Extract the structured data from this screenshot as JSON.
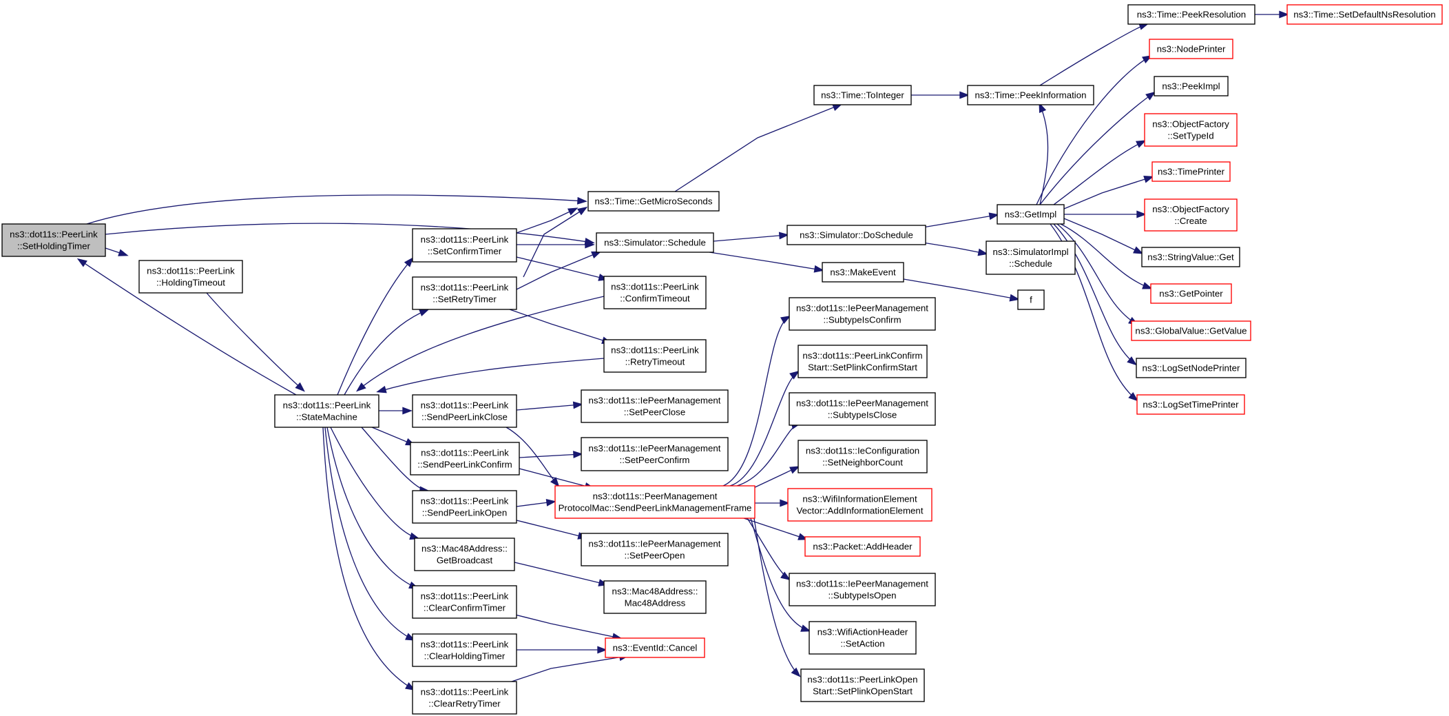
{
  "nodes": [
    {
      "id": "n_setholding",
      "lines": [
        "ns3::dot11s::PeerLink",
        "::SetHoldingTimer"
      ],
      "style": "current"
    },
    {
      "id": "n_holdingtimeout",
      "lines": [
        "ns3::dot11s::PeerLink",
        "::HoldingTimeout"
      ],
      "style": "black"
    },
    {
      "id": "n_statemachine",
      "lines": [
        "ns3::dot11s::PeerLink",
        "::StateMachine"
      ],
      "style": "black"
    },
    {
      "id": "n_getmicro",
      "lines": [
        "ns3::Time::GetMicroSeconds"
      ],
      "style": "black"
    },
    {
      "id": "n_schedule",
      "lines": [
        "ns3::Simulator::Schedule"
      ],
      "style": "black"
    },
    {
      "id": "n_setconfirm",
      "lines": [
        "ns3::dot11s::PeerLink",
        "::SetConfirmTimer"
      ],
      "style": "black"
    },
    {
      "id": "n_setretry",
      "lines": [
        "ns3::dot11s::PeerLink",
        "::SetRetryTimer"
      ],
      "style": "black"
    },
    {
      "id": "n_confirmtimeout",
      "lines": [
        "ns3::dot11s::PeerLink",
        "::ConfirmTimeout"
      ],
      "style": "black"
    },
    {
      "id": "n_retrytimeout",
      "lines": [
        "ns3::dot11s::PeerLink",
        "::RetryTimeout"
      ],
      "style": "black"
    },
    {
      "id": "n_sendclose",
      "lines": [
        "ns3::dot11s::PeerLink",
        "::SendPeerLinkClose"
      ],
      "style": "black"
    },
    {
      "id": "n_sendconfirm",
      "lines": [
        "ns3::dot11s::PeerLink",
        "::SendPeerLinkConfirm"
      ],
      "style": "black"
    },
    {
      "id": "n_sendopen",
      "lines": [
        "ns3::dot11s::PeerLink",
        "::SendPeerLinkOpen"
      ],
      "style": "black"
    },
    {
      "id": "n_getbroadcast",
      "lines": [
        "ns3::Mac48Address::",
        "GetBroadcast"
      ],
      "style": "black"
    },
    {
      "id": "n_clearconfirm",
      "lines": [
        "ns3::dot11s::PeerLink",
        "::ClearConfirmTimer"
      ],
      "style": "black"
    },
    {
      "id": "n_clearholding",
      "lines": [
        "ns3::dot11s::PeerLink",
        "::ClearHoldingTimer"
      ],
      "style": "black"
    },
    {
      "id": "n_clearretry",
      "lines": [
        "ns3::dot11s::PeerLink",
        "::ClearRetryTimer"
      ],
      "style": "black"
    },
    {
      "id": "n_setpeerclose",
      "lines": [
        "ns3::dot11s::IePeerManagement",
        "::SetPeerClose"
      ],
      "style": "black"
    },
    {
      "id": "n_setpeerconfirm",
      "lines": [
        "ns3::dot11s::IePeerManagement",
        "::SetPeerConfirm"
      ],
      "style": "black"
    },
    {
      "id": "n_sendmgmt",
      "lines": [
        "ns3::dot11s::PeerManagement",
        "ProtocolMac::SendPeerLinkManagementFrame"
      ],
      "style": "red"
    },
    {
      "id": "n_setpeeropen",
      "lines": [
        "ns3::dot11s::IePeerManagement",
        "::SetPeerOpen"
      ],
      "style": "black"
    },
    {
      "id": "n_mac48",
      "lines": [
        "ns3::Mac48Address::",
        "Mac48Address"
      ],
      "style": "black"
    },
    {
      "id": "n_cancel",
      "lines": [
        "ns3::EventId::Cancel"
      ],
      "style": "red"
    },
    {
      "id": "n_tointeger",
      "lines": [
        "ns3::Time::ToInteger"
      ],
      "style": "black"
    },
    {
      "id": "n_doschedule",
      "lines": [
        "ns3::Simulator::DoSchedule"
      ],
      "style": "black"
    },
    {
      "id": "n_makeevent",
      "lines": [
        "ns3::MakeEvent"
      ],
      "style": "black"
    },
    {
      "id": "n_subtypeconfirm",
      "lines": [
        "ns3::dot11s::IePeerManagement",
        "::SubtypeIsConfirm"
      ],
      "style": "black"
    },
    {
      "id": "n_setplinkconfirm",
      "lines": [
        "ns3::dot11s::PeerLinkConfirm",
        "Start::SetPlinkConfirmStart"
      ],
      "style": "black"
    },
    {
      "id": "n_subtypeclose",
      "lines": [
        "ns3::dot11s::IePeerManagement",
        "::SubtypeIsClose"
      ],
      "style": "black"
    },
    {
      "id": "n_setneighbor",
      "lines": [
        "ns3::dot11s::IeConfiguration",
        "::SetNeighborCount"
      ],
      "style": "black"
    },
    {
      "id": "n_addinfo",
      "lines": [
        "ns3::WifiInformationElement",
        "Vector::AddInformationElement"
      ],
      "style": "red"
    },
    {
      "id": "n_addheader",
      "lines": [
        "ns3::Packet::AddHeader"
      ],
      "style": "red"
    },
    {
      "id": "n_subtypeopen",
      "lines": [
        "ns3::dot11s::IePeerManagement",
        "::SubtypeIsOpen"
      ],
      "style": "black"
    },
    {
      "id": "n_setaction",
      "lines": [
        "ns3::WifiActionHeader",
        "::SetAction"
      ],
      "style": "black"
    },
    {
      "id": "n_setplinkopen",
      "lines": [
        "ns3::dot11s::PeerLinkOpen",
        "Start::SetPlinkOpenStart"
      ],
      "style": "black"
    },
    {
      "id": "n_peekinfo",
      "lines": [
        "ns3::Time::PeekInformation"
      ],
      "style": "black"
    },
    {
      "id": "n_getimpl",
      "lines": [
        "ns3::GetImpl"
      ],
      "style": "black"
    },
    {
      "id": "n_simimplschedule",
      "lines": [
        "ns3::SimulatorImpl",
        "::Schedule"
      ],
      "style": "black"
    },
    {
      "id": "n_f",
      "lines": [
        "f"
      ],
      "style": "black"
    },
    {
      "id": "n_peekres",
      "lines": [
        "ns3::Time::PeekResolution"
      ],
      "style": "black"
    },
    {
      "id": "n_setdefaultns",
      "lines": [
        "ns3::Time::SetDefaultNsResolution"
      ],
      "style": "red"
    },
    {
      "id": "n_nodeprinter",
      "lines": [
        "ns3::NodePrinter"
      ],
      "style": "red"
    },
    {
      "id": "n_peekimpl",
      "lines": [
        "ns3::PeekImpl"
      ],
      "style": "black"
    },
    {
      "id": "n_settypeid",
      "lines": [
        "ns3::ObjectFactory",
        "::SetTypeId"
      ],
      "style": "red"
    },
    {
      "id": "n_timeprinter",
      "lines": [
        "ns3::TimePrinter"
      ],
      "style": "red"
    },
    {
      "id": "n_create",
      "lines": [
        "ns3::ObjectFactory",
        "::Create"
      ],
      "style": "red"
    },
    {
      "id": "n_stringget",
      "lines": [
        "ns3::StringValue::Get"
      ],
      "style": "black"
    },
    {
      "id": "n_getpointer",
      "lines": [
        "ns3::GetPointer"
      ],
      "style": "red"
    },
    {
      "id": "n_globalgetvalue",
      "lines": [
        "ns3::GlobalValue::GetValue"
      ],
      "style": "red"
    },
    {
      "id": "n_lognodeprinter",
      "lines": [
        "ns3::LogSetNodePrinter"
      ],
      "style": "black"
    },
    {
      "id": "n_logtimeprinter",
      "lines": [
        "ns3::LogSetTimePrinter"
      ],
      "style": "red"
    }
  ]
}
